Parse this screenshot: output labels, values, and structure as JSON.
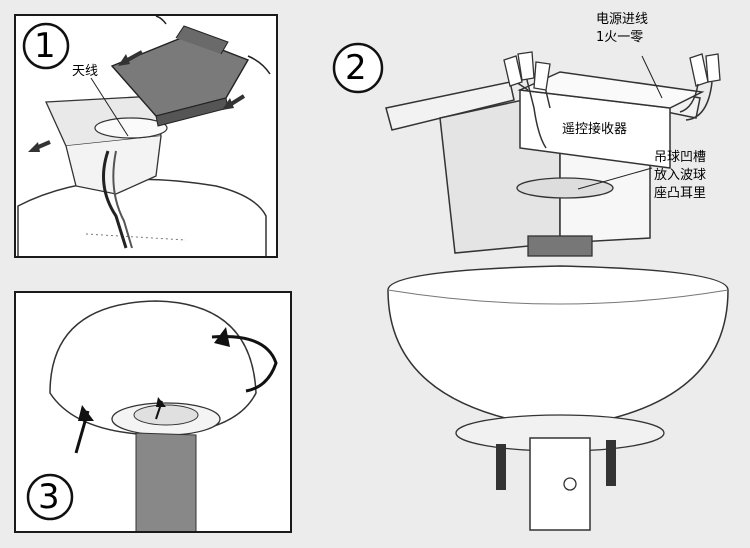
{
  "steps": [
    {
      "number": "1",
      "labels": {
        "antenna": "天线"
      }
    },
    {
      "number": "2",
      "labels": {
        "power_line_1": "电源进线",
        "power_line_2": "1火一零",
        "receiver": "遥控接收器",
        "groove_1": "吊球凹槽",
        "groove_2": "放入波球",
        "groove_3": "座凸耳里"
      }
    },
    {
      "number": "3"
    }
  ]
}
